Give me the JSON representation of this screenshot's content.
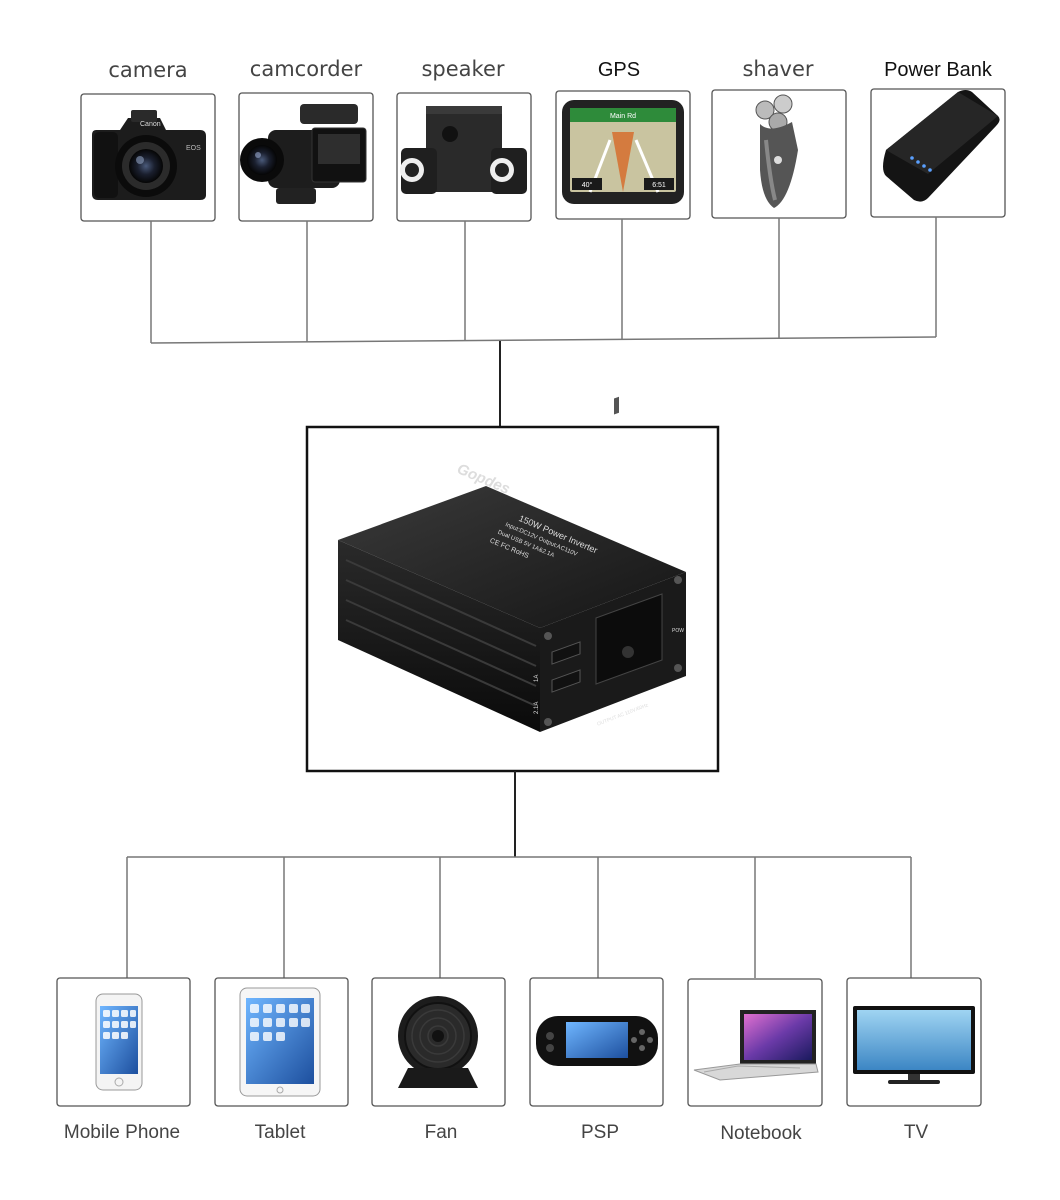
{
  "top_devices": [
    {
      "label": "camera"
    },
    {
      "label": "camcorder"
    },
    {
      "label": "speaker"
    },
    {
      "label": "GPS"
    },
    {
      "label": "shaver"
    },
    {
      "label": "Power Bank"
    }
  ],
  "inverter": {
    "brand": "Gopdes",
    "model_line": "150W Power Inverter",
    "spec_line1": "Input:DC12V  Output:AC110V",
    "spec_line2": "Dual USB 5V 1A&2.1A",
    "cert_line": "CE FC RoHS",
    "usb_1a": "1A",
    "usb_21a": "2.1A",
    "output_label": "OUTPUT  AC 110V/60Hz",
    "pow_label": "POW"
  },
  "gps_screen": {
    "top_text": "Main Rd",
    "left_num": "40°",
    "right_num": "6:51"
  },
  "bottom_devices": [
    {
      "label": "Mobile Phone"
    },
    {
      "label": "Tablet"
    },
    {
      "label": "Fan"
    },
    {
      "label": "PSP"
    },
    {
      "label": "Notebook"
    },
    {
      "label": "TV"
    }
  ]
}
